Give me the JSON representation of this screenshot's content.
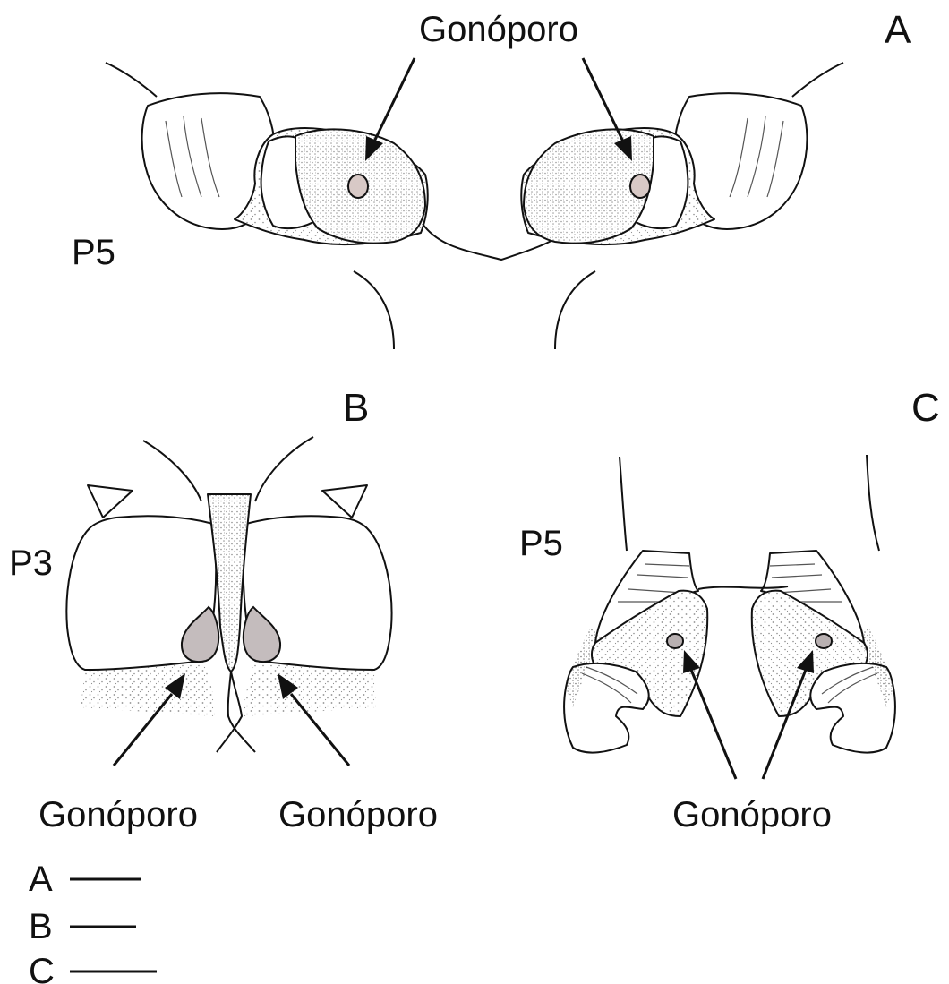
{
  "figure": {
    "panels": [
      {
        "id": "A",
        "letter": "A",
        "segment": "P5",
        "pore_label": "Gonóporo"
      },
      {
        "id": "B",
        "letter": "B",
        "segment": "P3",
        "pore_label_left": "Gonóporo",
        "pore_label_right": "Gonóporo"
      },
      {
        "id": "C",
        "letter": "C",
        "segment": "P5",
        "pore_label": "Gonóporo"
      }
    ],
    "scale_bars": [
      {
        "letter": "A"
      },
      {
        "letter": "B"
      },
      {
        "letter": "C"
      }
    ],
    "colors": {
      "outline": "#111111",
      "pore_fill_A": "#d8c9c6",
      "pore_fill_B": "#c4bcbd",
      "pore_fill_C": "#b8b0b1",
      "stipple": "#333333"
    }
  }
}
